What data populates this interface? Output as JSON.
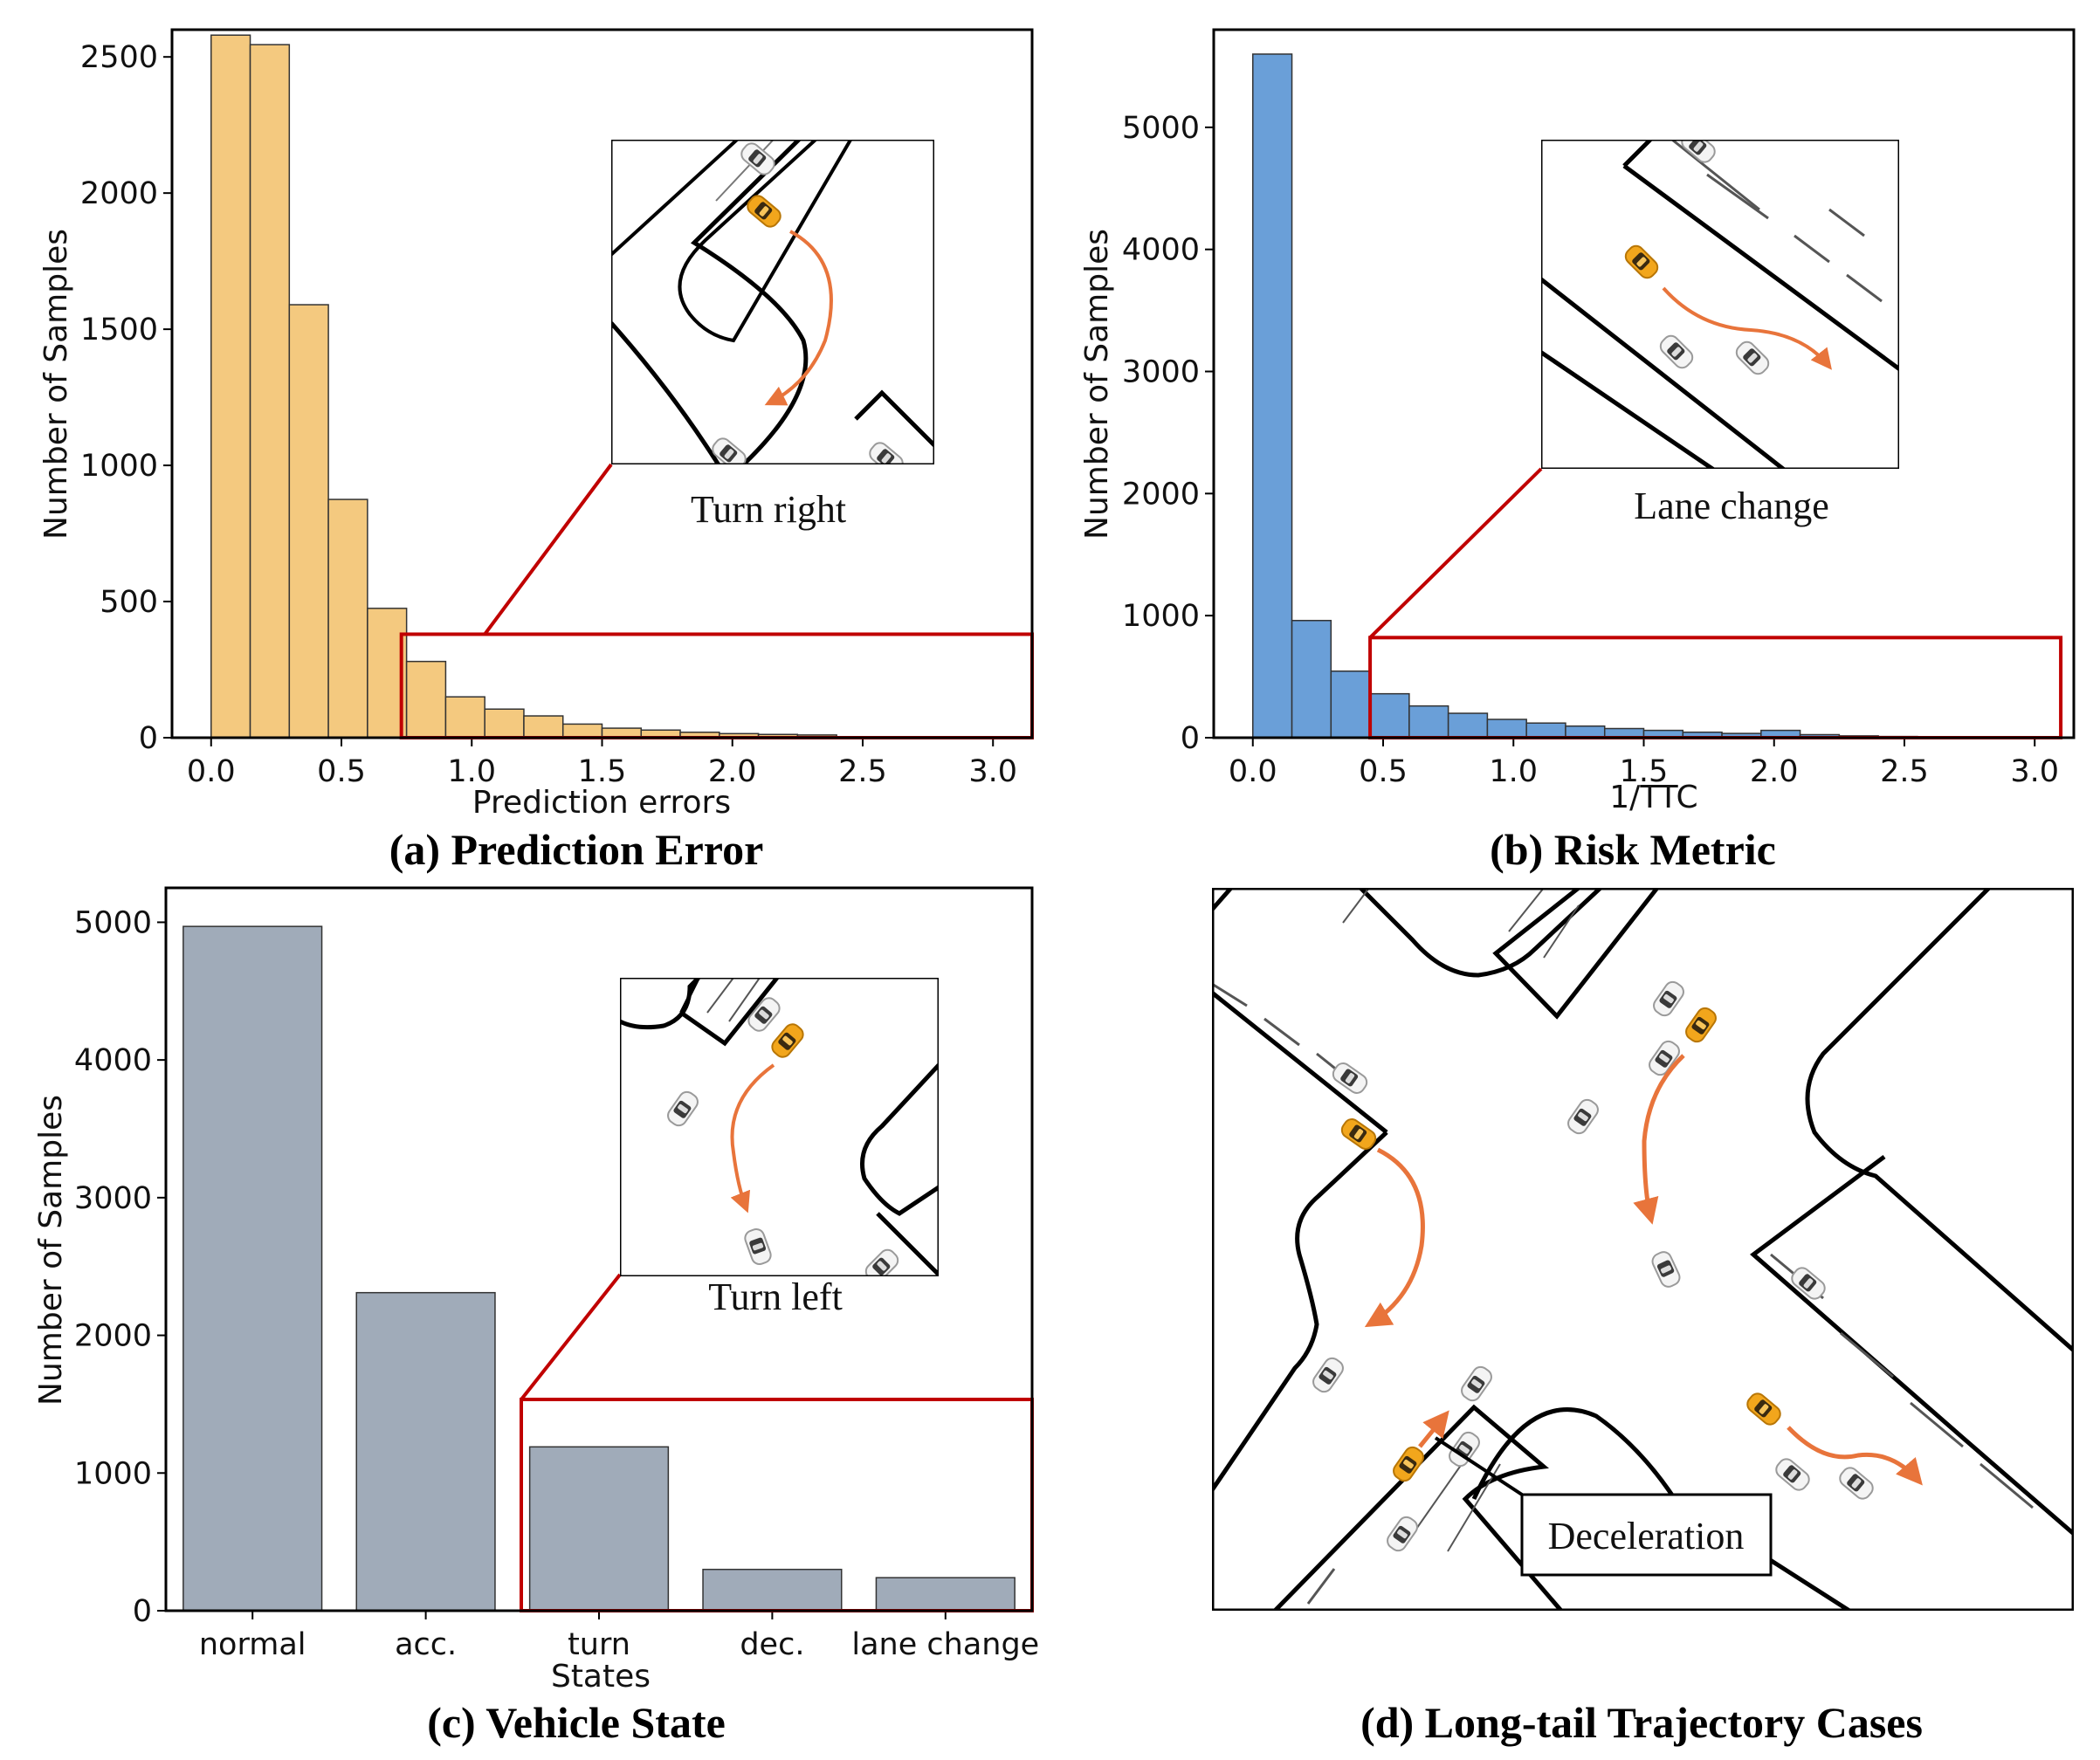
{
  "chart_data": [
    {
      "type": "bar",
      "caption": "(a) Prediction Error",
      "xlabel": "Prediction errors",
      "ylabel": "Number of Samples",
      "xlim": [
        -0.15,
        3.15
      ],
      "ylim": [
        0,
        2600
      ],
      "xticks": [
        "0.0",
        "0.5",
        "1.0",
        "1.5",
        "2.0",
        "2.5",
        "3.0"
      ],
      "yticks": [
        "0",
        "500",
        "1000",
        "1500",
        "2000",
        "2500"
      ],
      "bin_width": 0.15,
      "bins": [
        {
          "x0": 0.0,
          "value": 2580
        },
        {
          "x0": 0.15,
          "value": 2545
        },
        {
          "x0": 0.3,
          "value": 1590
        },
        {
          "x0": 0.45,
          "value": 875
        },
        {
          "x0": 0.6,
          "value": 475
        },
        {
          "x0": 0.75,
          "value": 280
        },
        {
          "x0": 0.9,
          "value": 150
        },
        {
          "x0": 1.05,
          "value": 105
        },
        {
          "x0": 1.2,
          "value": 80
        },
        {
          "x0": 1.35,
          "value": 50
        },
        {
          "x0": 1.5,
          "value": 35
        },
        {
          "x0": 1.65,
          "value": 28
        },
        {
          "x0": 1.8,
          "value": 20
        },
        {
          "x0": 1.95,
          "value": 15
        },
        {
          "x0": 2.1,
          "value": 12
        },
        {
          "x0": 2.25,
          "value": 10
        }
      ],
      "highlight_range": {
        "x": [
          0.73,
          3.15
        ],
        "y": [
          0,
          380
        ]
      },
      "inset_label": "Turn right",
      "color": "#f4c97f"
    },
    {
      "type": "bar",
      "caption": "(b) Risk Metric",
      "xlabel": "1/TTC",
      "ylabel": "Number of Samples",
      "xlim": [
        -0.15,
        3.15
      ],
      "ylim": [
        0,
        5800
      ],
      "xticks": [
        "0.0",
        "0.5",
        "1.0",
        "1.5",
        "2.0",
        "2.5",
        "3.0"
      ],
      "yticks": [
        "0",
        "1000",
        "2000",
        "3000",
        "4000",
        "5000"
      ],
      "bin_width": 0.15,
      "bins": [
        {
          "x0": 0.0,
          "value": 5600
        },
        {
          "x0": 0.15,
          "value": 960
        },
        {
          "x0": 0.3,
          "value": 545
        },
        {
          "x0": 0.45,
          "value": 360
        },
        {
          "x0": 0.6,
          "value": 260
        },
        {
          "x0": 0.75,
          "value": 200
        },
        {
          "x0": 0.9,
          "value": 150
        },
        {
          "x0": 1.05,
          "value": 120
        },
        {
          "x0": 1.2,
          "value": 95
        },
        {
          "x0": 1.35,
          "value": 75
        },
        {
          "x0": 1.5,
          "value": 60
        },
        {
          "x0": 1.65,
          "value": 45
        },
        {
          "x0": 1.8,
          "value": 35
        },
        {
          "x0": 1.95,
          "value": 60
        },
        {
          "x0": 2.1,
          "value": 25
        },
        {
          "x0": 2.25,
          "value": 15
        },
        {
          "x0": 2.4,
          "value": 10
        },
        {
          "x0": 2.55,
          "value": 8
        },
        {
          "x0": 2.7,
          "value": 5
        },
        {
          "x0": 2.85,
          "value": 4
        }
      ],
      "highlight_range": {
        "x": [
          0.45,
          3.1
        ],
        "y": [
          0,
          820
        ]
      },
      "inset_label": "Lane change",
      "color": "#6a9fd8"
    },
    {
      "type": "bar",
      "caption": "(c) Vehicle State",
      "xlabel": "States",
      "ylabel": "Number of Samples",
      "ylim": [
        0,
        5250
      ],
      "yticks": [
        "0",
        "1000",
        "2000",
        "3000",
        "4000",
        "5000"
      ],
      "categories": [
        "normal",
        "acc.",
        "turn",
        "dec.",
        "lane change"
      ],
      "values": [
        4970,
        2310,
        1190,
        300,
        240
      ],
      "inset_label": "Turn left",
      "color": "#a0abb9"
    }
  ],
  "panel_d": {
    "caption": "(d) Long-tail Trajectory Cases",
    "label": "Deceleration"
  },
  "colors": {
    "highlight": "#c00000",
    "arrow": "#e8743b",
    "ego_car": "#f2a61c"
  }
}
